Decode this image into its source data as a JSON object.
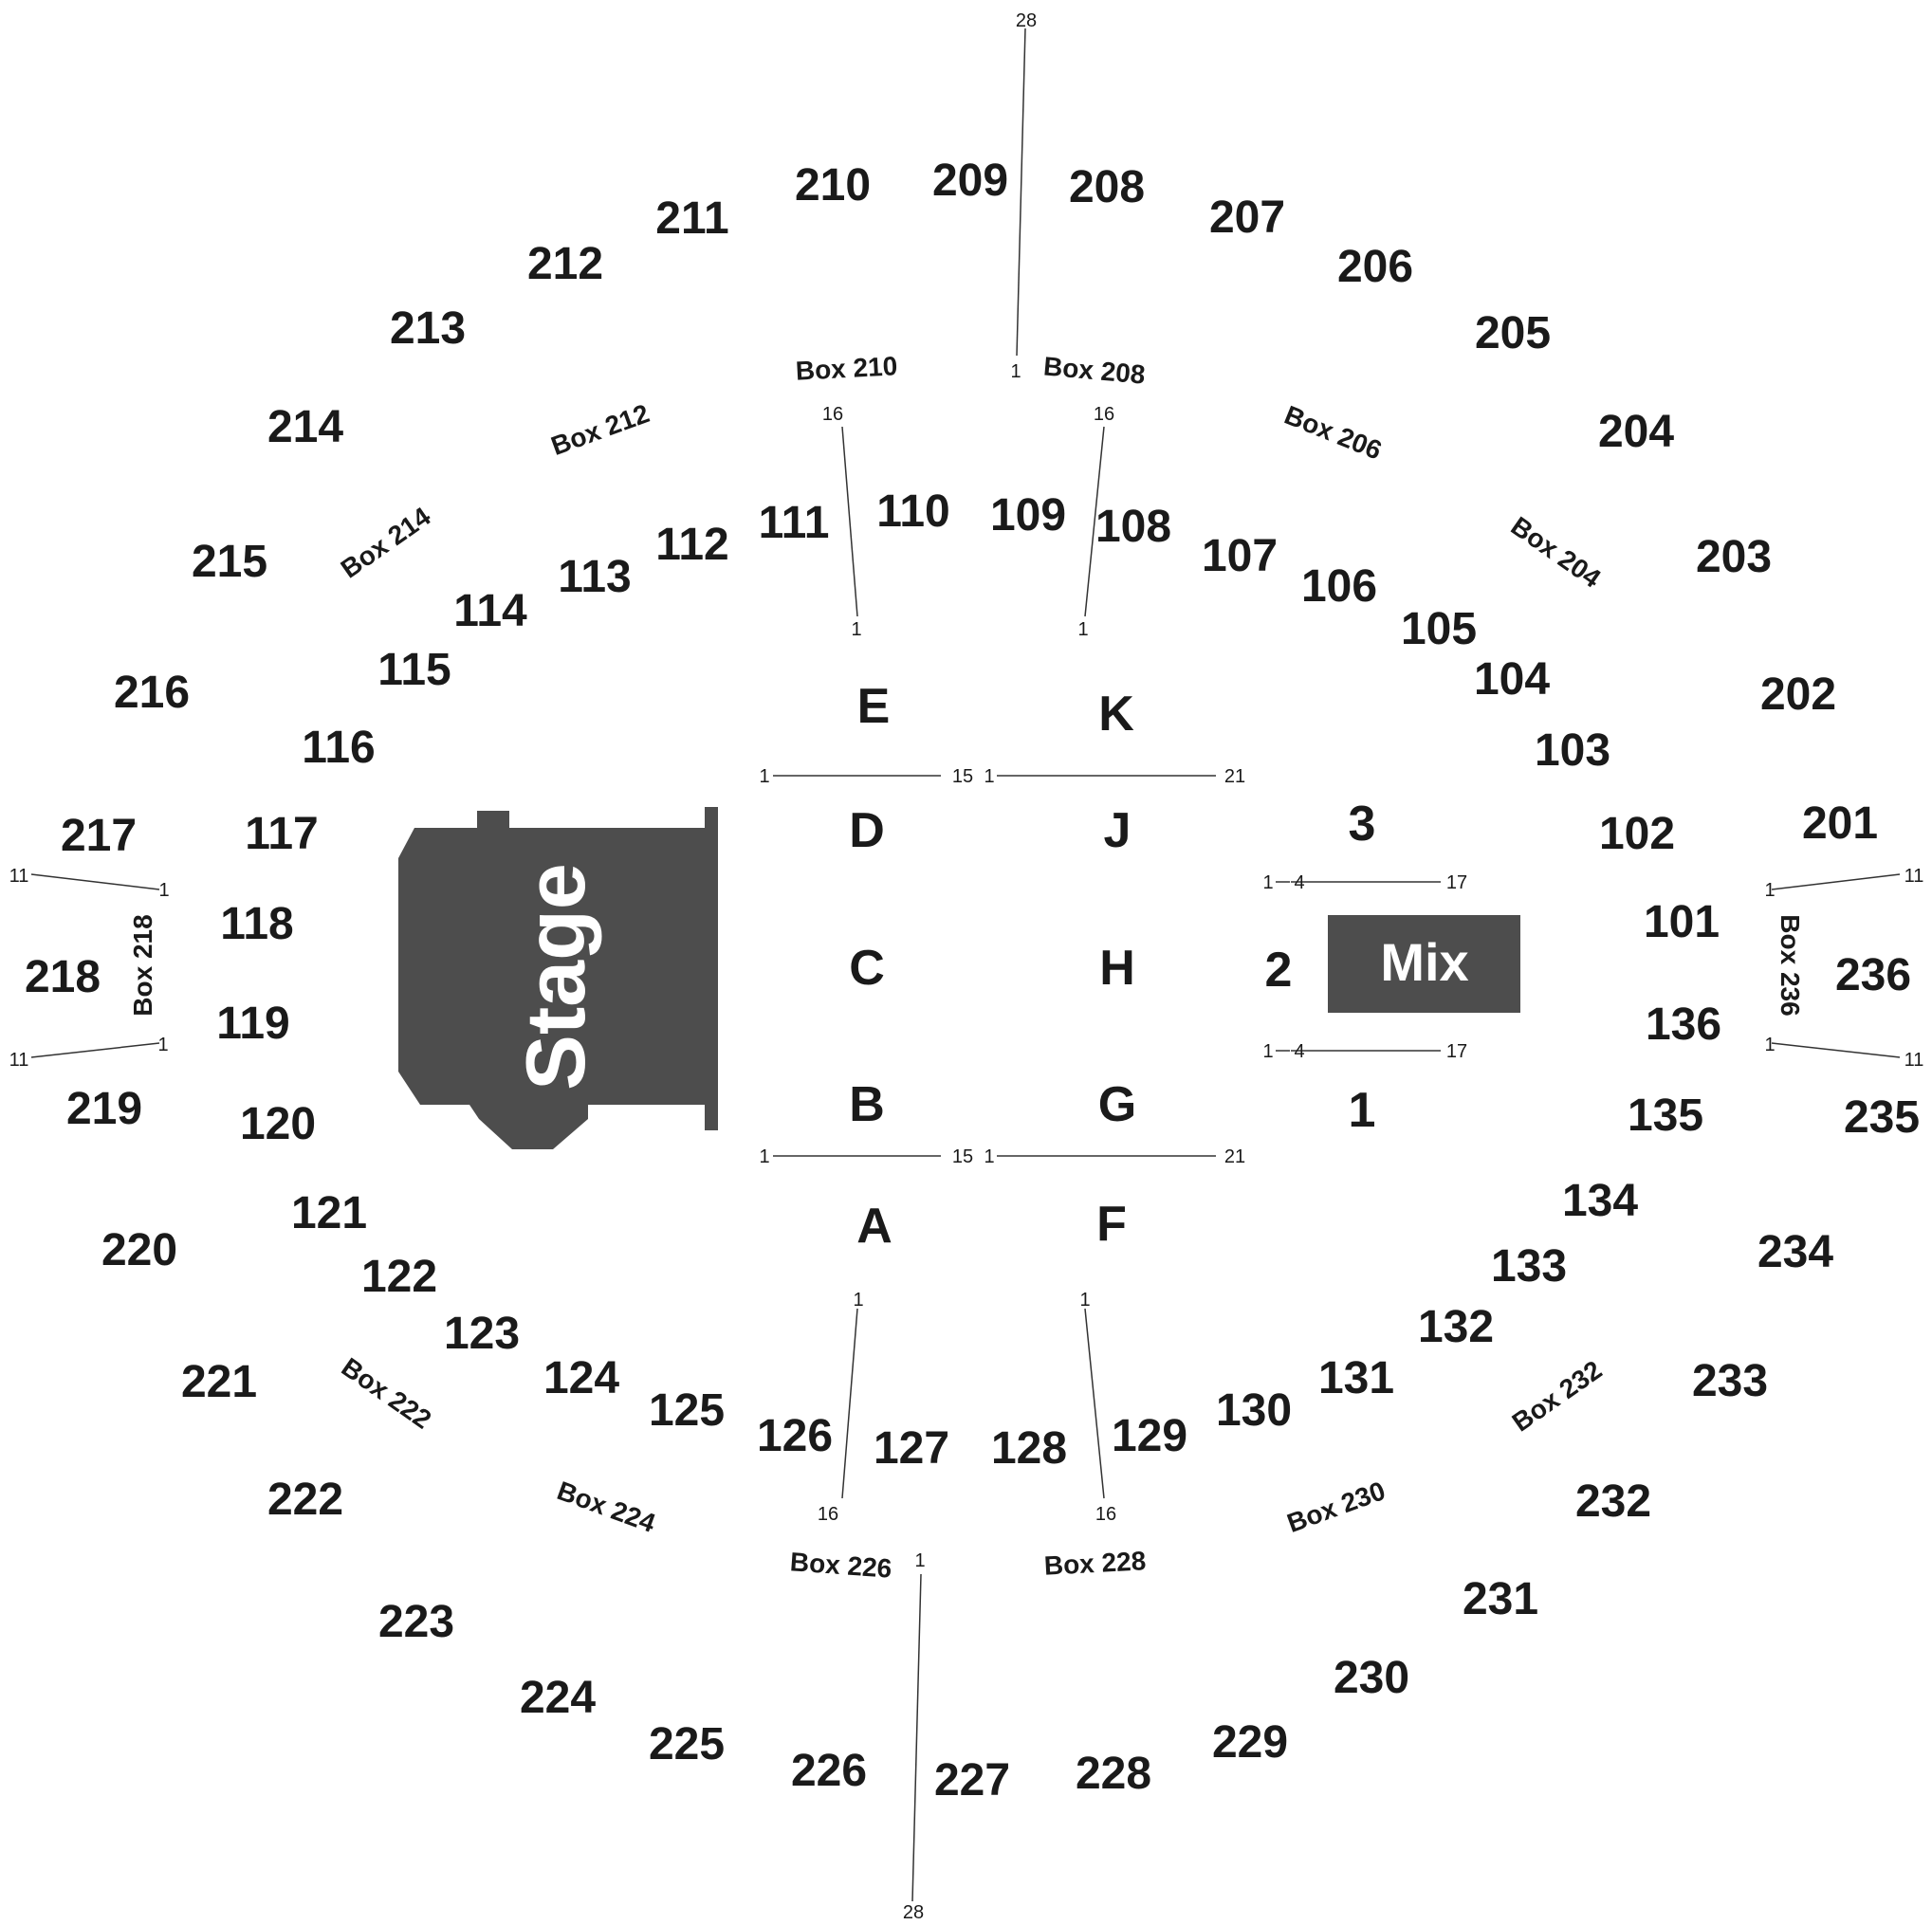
{
  "venue_map": {
    "stage_label": "Stage",
    "mix_label": "Mix",
    "colors": {
      "stage_fill": "#4d4d4d",
      "mix_fill": "#4d4d4d",
      "text": "#1a1a1a",
      "background": "#ffffff"
    },
    "upper_sections": [
      "201",
      "202",
      "203",
      "204",
      "205",
      "206",
      "207",
      "208",
      "209",
      "210",
      "211",
      "212",
      "213",
      "214",
      "215",
      "216",
      "217",
      "218",
      "219",
      "220",
      "221",
      "222",
      "223",
      "224",
      "225",
      "226",
      "227",
      "228",
      "229",
      "230",
      "231",
      "232",
      "233",
      "234",
      "235",
      "236"
    ],
    "lower_sections": [
      "101",
      "102",
      "103",
      "104",
      "105",
      "106",
      "107",
      "108",
      "109",
      "110",
      "111",
      "112",
      "113",
      "114",
      "115",
      "116",
      "117",
      "118",
      "119",
      "120",
      "121",
      "122",
      "123",
      "124",
      "125",
      "126",
      "127",
      "128",
      "129",
      "130",
      "131",
      "132",
      "133",
      "134",
      "135",
      "136"
    ],
    "floor_sections": [
      "A",
      "B",
      "C",
      "D",
      "E",
      "F",
      "G",
      "H",
      "J",
      "K",
      "1",
      "2",
      "3"
    ],
    "boxes": [
      "Box 204",
      "Box 206",
      "Box 208",
      "Box 210",
      "Box 212",
      "Box 214",
      "Box 218",
      "Box 222",
      "Box 224",
      "Box 226",
      "Box 228",
      "Box 230",
      "Box 232",
      "Box 236"
    ],
    "row_markers": [
      "28",
      "1",
      "16",
      "1",
      "16",
      "1",
      "16",
      "1",
      "15",
      "1",
      "21",
      "1",
      "4",
      "17",
      "1",
      "4",
      "17",
      "1",
      "15",
      "1",
      "21",
      "1",
      "16",
      "1",
      "16",
      "1",
      "28",
      "11",
      "1",
      "11",
      "1",
      "1",
      "11",
      "1",
      "11"
    ]
  }
}
